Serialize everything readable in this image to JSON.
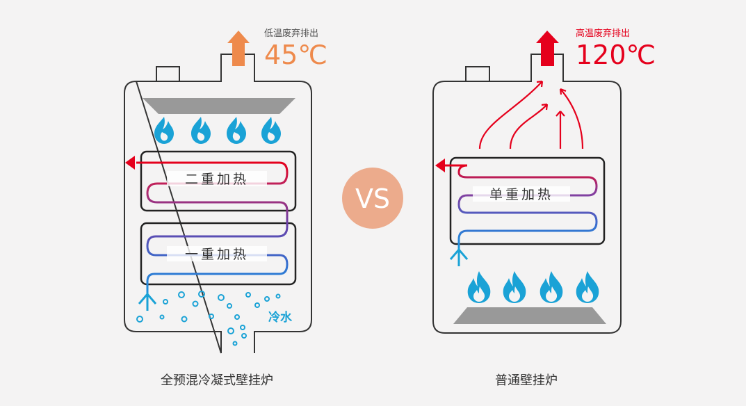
{
  "left": {
    "exhaust_label": "低温废弃排出",
    "temperature": "45℃",
    "stage_upper_label": "二重加热",
    "stage_lower_label": "一重加热",
    "water_label": "冷水",
    "caption": "全预混冷凝式壁挂炉"
  },
  "right": {
    "exhaust_label": "高温废弃排出",
    "temperature": "120℃",
    "stage_label": "单重加热",
    "caption": "普通壁挂炉"
  },
  "vs_label": "VS",
  "colors": {
    "low_temp": "#ee8a4c",
    "high_temp": "#e5001c",
    "water_blue": "#1aa2d6",
    "vs_badge": "#ecab8c"
  }
}
